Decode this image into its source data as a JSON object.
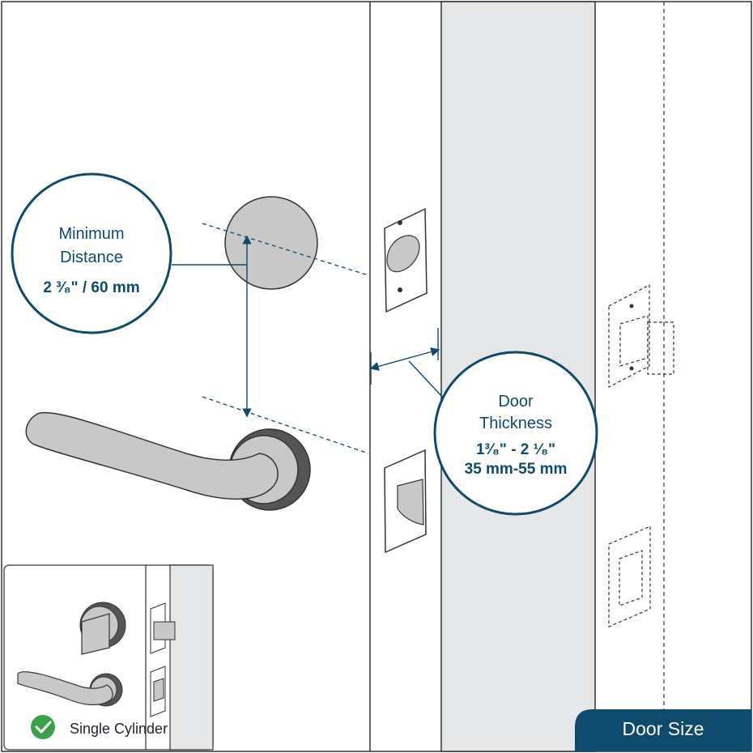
{
  "minimum_distance": {
    "line1": "Minimum",
    "line2": "Distance",
    "value": "2 ³⁄₈\" / 60 mm"
  },
  "door_thickness": {
    "line1": "Door",
    "line2": "Thickness",
    "value_in": "1³⁄₈\" - 2 ¹⁄₈\"",
    "value_mm": "35 mm-55 mm"
  },
  "inset": {
    "label": "Single Cylinder",
    "check_icon": "check-circle-icon"
  },
  "badge": {
    "label": "Door Size"
  },
  "colors": {
    "accent": "#0f4a6a",
    "badge_bg": "#0d4a6b",
    "check_green": "#3aa04a",
    "door_edge_fill": "#e5e7e8",
    "part_fill": "#c8c8c8",
    "rose_dark": "#555555"
  }
}
